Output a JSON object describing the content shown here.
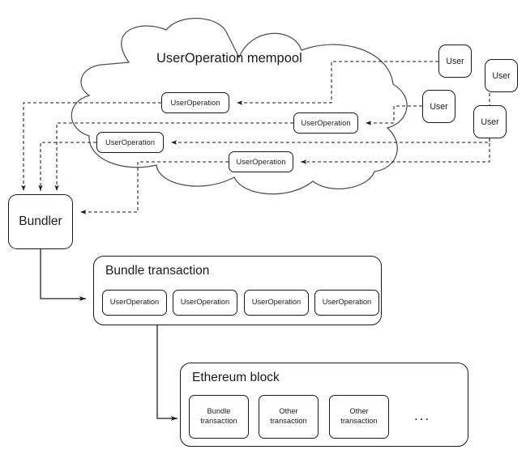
{
  "diagram": {
    "title_cloud": "UserOperation mempool",
    "bundler_label": "Bundler",
    "bundle_tx_title": "Bundle transaction",
    "eth_block_title": "Ethereum block",
    "ellipsis": "...",
    "colors": {
      "stroke": "#1a1a1a",
      "cloud_stroke": "#4d4d4d",
      "background": "#ffffff",
      "text": "#1a1a1a"
    }
  },
  "mempool_userops": [
    {
      "label": "UserOperation"
    },
    {
      "label": "UserOperation"
    },
    {
      "label": "UserOperation"
    },
    {
      "label": "UserOperation"
    }
  ],
  "users": [
    {
      "label": "User"
    },
    {
      "label": "User"
    },
    {
      "label": "User"
    },
    {
      "label": "User"
    }
  ],
  "bundle_transaction": {
    "title": "Bundle transaction",
    "userops": [
      {
        "label": "UserOperation"
      },
      {
        "label": "UserOperation"
      },
      {
        "label": "UserOperation"
      },
      {
        "label": "UserOperation"
      }
    ]
  },
  "ethereum_block": {
    "title": "Ethereum block",
    "transactions": [
      {
        "line1": "Bundle",
        "line2": "transaction"
      },
      {
        "line1": "Other",
        "line2": "transaction"
      },
      {
        "line1": "Other",
        "line2": "transaction"
      }
    ],
    "more": "..."
  }
}
